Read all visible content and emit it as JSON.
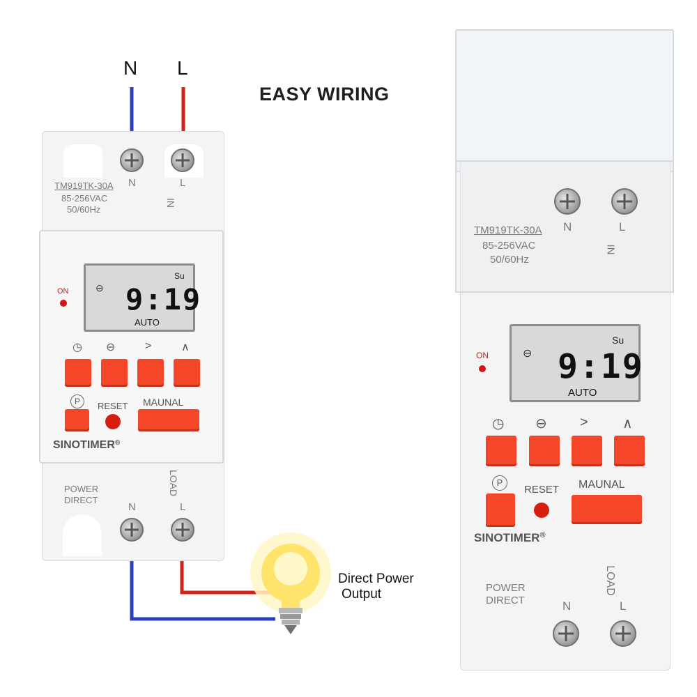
{
  "headline": "EASY WIRING",
  "wires_top": {
    "n_label": "N",
    "l_label": "L"
  },
  "device": {
    "model": "TM919TK-30A",
    "voltage": "85-256VAC",
    "frequency": "50/60Hz",
    "in_arrow_label": "IN",
    "terminal_n": "N",
    "terminal_l": "L",
    "display": {
      "time": "9:19",
      "day": "Su",
      "mode": "AUTO"
    },
    "on_label": "ON",
    "button_symbols": [
      "◷",
      "⊖",
      ">",
      "∧"
    ],
    "p_symbol": "P",
    "reset_label": "RESET",
    "manual_label": "MAUNAL",
    "brand": "SINOTIMER",
    "registered": "®",
    "load_label": "LOAD",
    "power_direct": "POWER\nDIRECT"
  },
  "annotation": {
    "line1": "Direct Power",
    "line2": "Output"
  },
  "colors": {
    "neutral_wire": "#2b3fb8",
    "live_wire": "#d3231c",
    "button": "#f4472a"
  }
}
